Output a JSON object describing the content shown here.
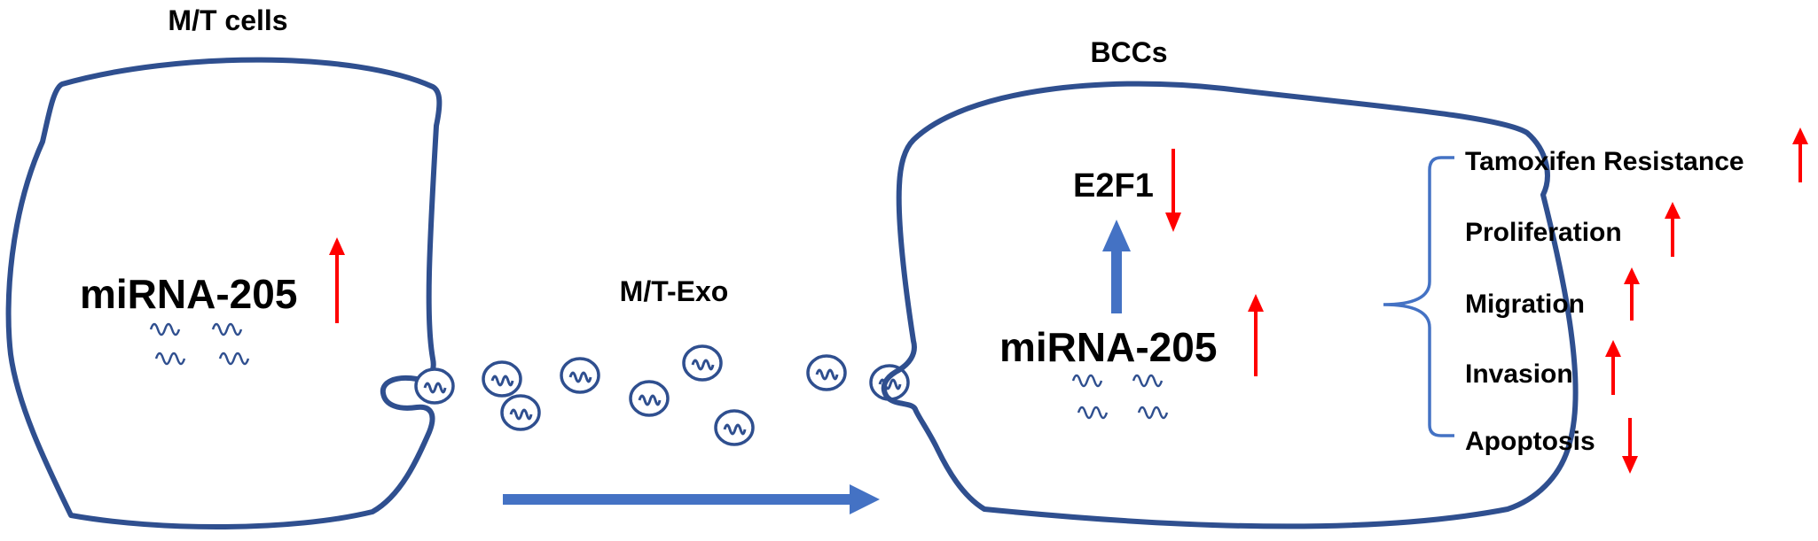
{
  "colors": {
    "membrane": "#2F4F8F",
    "transport_arrow": "#4472C4",
    "up_down_arrow": "#FF0000",
    "text": "#000000"
  },
  "labels": {
    "mt_cells": "M/T cells",
    "bccs": "BCCs",
    "mt_exo": "M/T-Exo",
    "mirna_donor": "miRNA-205",
    "mirna_recipient": "miRNA-205",
    "e2f1": "E2F1"
  },
  "outcomes": [
    {
      "label": "Tamoxifen Resistance",
      "direction": "up"
    },
    {
      "label": "Proliferation",
      "direction": "up"
    },
    {
      "label": "Migration",
      "direction": "up"
    },
    {
      "label": "Invasion",
      "direction": "up"
    },
    {
      "label": "Apoptosis",
      "direction": "down"
    }
  ]
}
